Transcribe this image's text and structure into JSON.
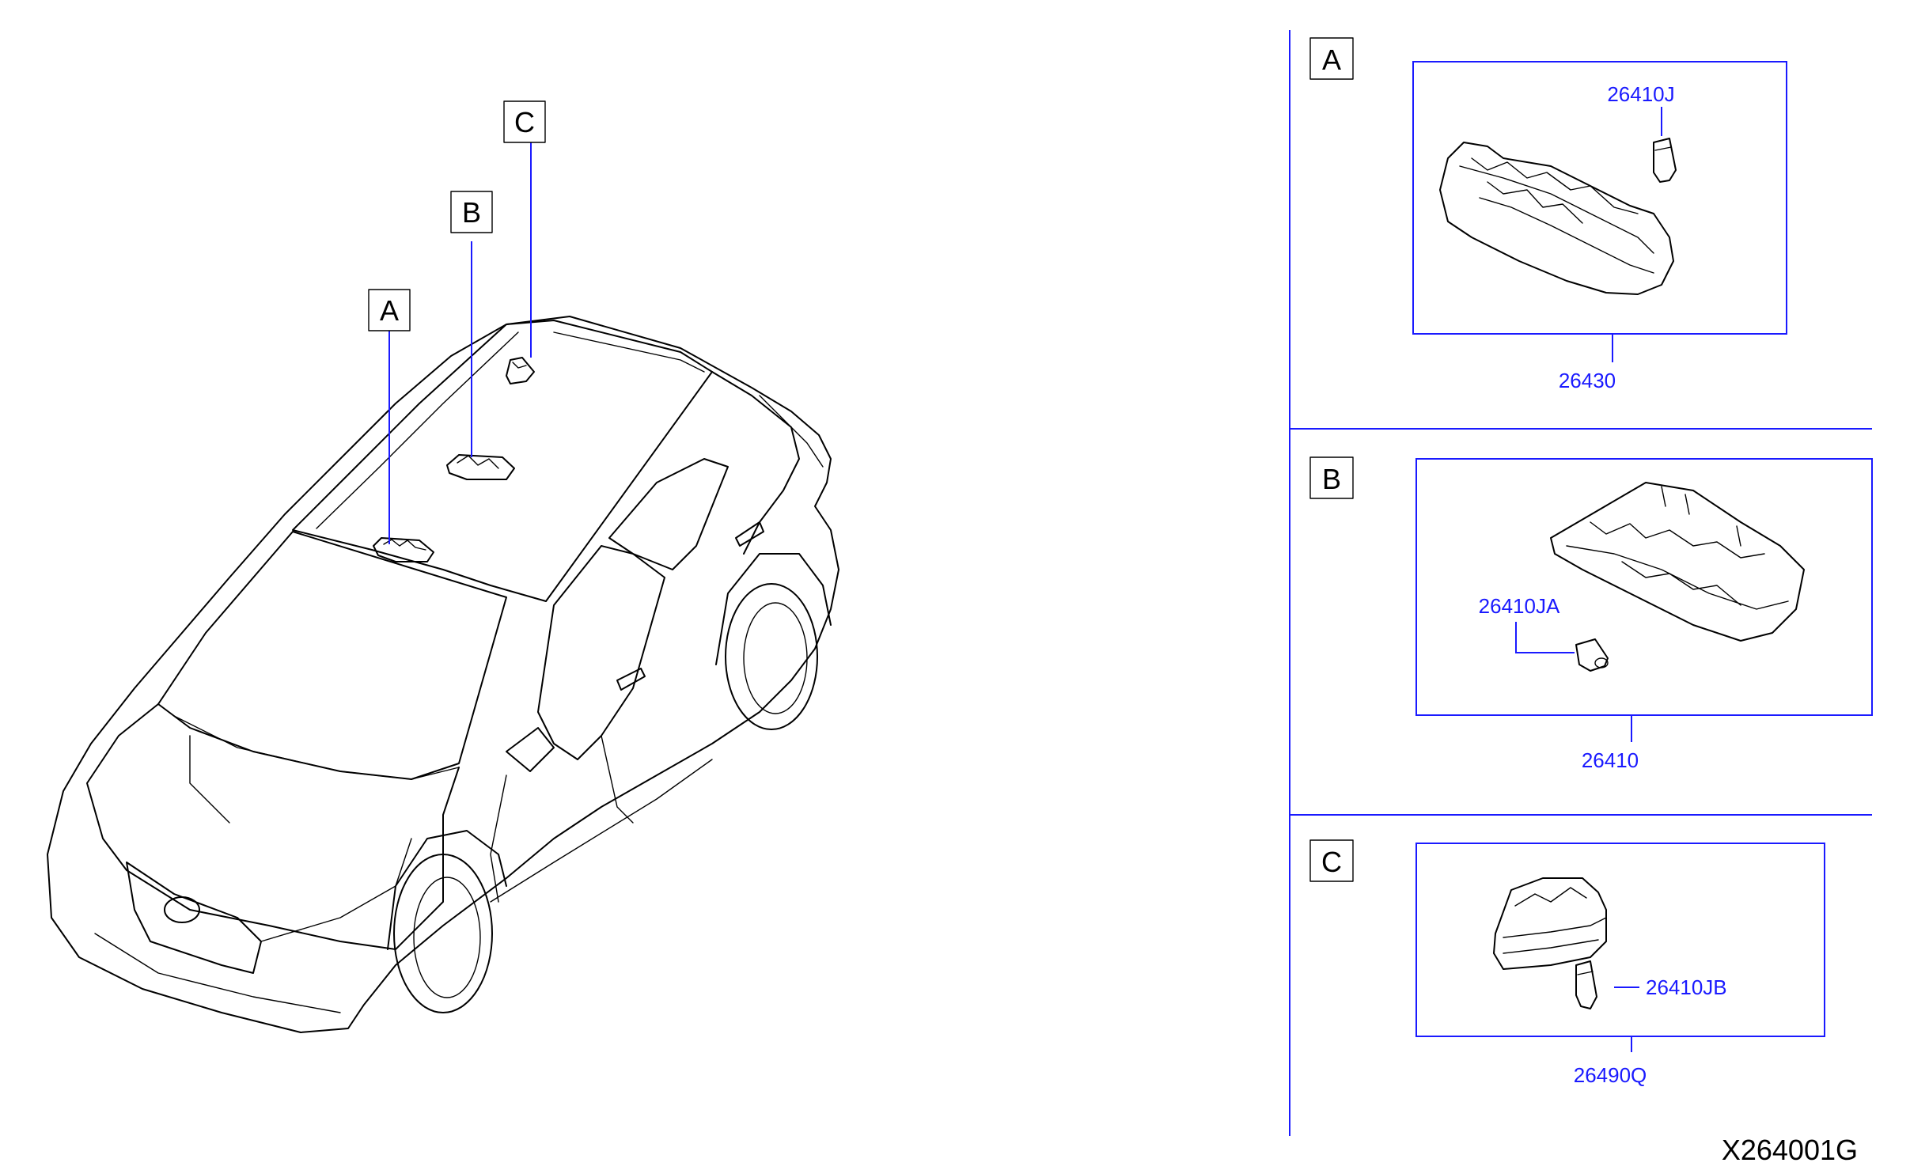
{
  "diagram_id": "X264001G",
  "car_callouts": [
    {
      "id": "callout-a",
      "label": "A"
    },
    {
      "id": "callout-b",
      "label": "B"
    },
    {
      "id": "callout-c",
      "label": "C"
    }
  ],
  "panels": [
    {
      "id": "panel-a",
      "label": "A",
      "assembly_part": "26430",
      "bulb_part": "26410J"
    },
    {
      "id": "panel-b",
      "label": "B",
      "assembly_part": "26410",
      "bulb_part": "26410JA"
    },
    {
      "id": "panel-c",
      "label": "C",
      "assembly_part": "26490Q",
      "bulb_part": "26410JB"
    }
  ],
  "colors": {
    "part_number": "#1a1aff",
    "linework": "#000000"
  }
}
